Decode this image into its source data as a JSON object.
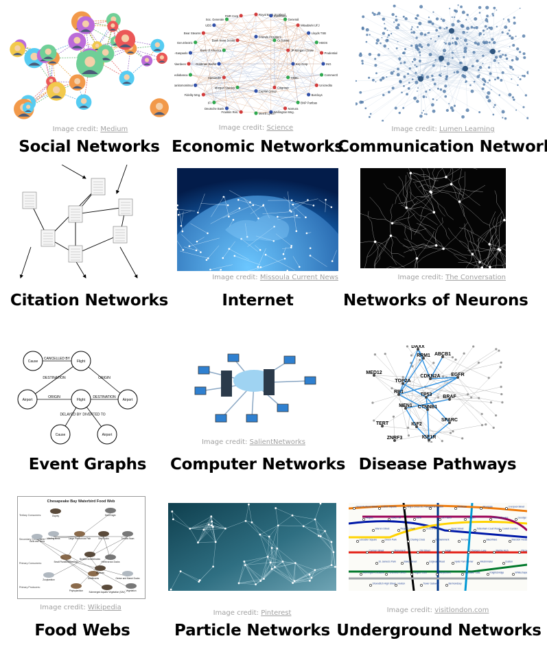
{
  "panels": [
    {
      "title": "Social Networks",
      "credit_prefix": "Image credit: ",
      "credit_link": "Medium"
    },
    {
      "title": "Economic Networks",
      "credit_prefix": "Image credit: ",
      "credit_link": "Science"
    },
    {
      "title": "Communication Networks",
      "credit_prefix": "Image credit: ",
      "credit_link": "Lumen Learning"
    },
    {
      "title": "Citation Networks"
    },
    {
      "title": "Internet",
      "credit_prefix": "Image credit: ",
      "credit_link": "Missoula Current News"
    },
    {
      "title": "Networks of Neurons",
      "credit_prefix": "Image credit: ",
      "credit_link": "The Conversation"
    },
    {
      "title": "Event Graphs"
    },
    {
      "title": "Computer Networks",
      "credit_prefix": "Image credit: ",
      "credit_link": "SalientNetworks"
    },
    {
      "title": "Disease Pathways"
    },
    {
      "title": "Food Webs",
      "credit_prefix": "Image credit: ",
      "credit_link": "Wikipedia"
    },
    {
      "title": "Particle Networks",
      "credit_prefix": "Image credit: ",
      "credit_link": "Pinterest"
    },
    {
      "title": "Underground Networks",
      "credit_prefix": "Image credit: ",
      "credit_link": "visitlondon.com"
    }
  ],
  "economic_labels": [
    "Royal Bank Scotland",
    "Sumitomo",
    "Generali",
    "Mitsubishi UFJ",
    "Lloyds TSB",
    "HBOS",
    "Prudential Fin.",
    "ING",
    "Commerzbank",
    "Unicredito",
    "Barclays",
    "BNP Paribas",
    "Nomura",
    "Wellington Mng.",
    "Merrill Lynch",
    "Franklin Res.",
    "Deutsche Bank",
    "IFI",
    "Fidelity Mng.",
    "Sanitomomitsui",
    "Mediobanca",
    "Aberdeen",
    "Intesa-Sanpaolo",
    "Gen.Electric",
    "Bear Stearns",
    "UBS",
    "Soc. Generale",
    "FMR Corp",
    "Friends Provident",
    "Cr.Suisse",
    "JP Morgan Chase",
    "Key Corp",
    "HSBC",
    "Citigroup",
    "Capital Group",
    "Morgan Stanley",
    "Santander",
    "Goldman Sachs",
    "Bank of America",
    "Bank Nova Scotia"
  ],
  "event_labels": {
    "cancelled_by": "CANCELLED BY",
    "destination": "DESTINATION",
    "origin": "ORIGIN",
    "delayed_by": "DELAYED BY",
    "diverted_to": "DIVERTED TO",
    "cause": "Cause",
    "flight": "Flight",
    "airport": "Airport"
  },
  "disease_labels": [
    "DAXX",
    "ABCB1",
    "RRM1",
    "MED12",
    "CDKN2A",
    "EGFR",
    "TOP2A",
    "RB1",
    "TP53",
    "BRAF",
    "MEN1",
    "CTNNB1",
    "SPARC",
    "TERT",
    "IGF2",
    "ZNRF3",
    "IGF1R"
  ],
  "food_web": {
    "title": "Chesapeake Bay Waterbird Food Web",
    "tiers": [
      "Tertiary Consumers:",
      "Secondary Consumers:",
      "Primary Consumers:",
      "Primary Producers:"
    ],
    "species": [
      "Osprey",
      "Bald Eagle",
      "Wading Birds",
      "Large Piscivorous Fish",
      "Sea Ducks",
      "Tundra Swan",
      "Gulls and Terns",
      "Small Planktivorous Fish",
      "Benthic Invertebrates",
      "Herbivorous Ducks",
      "Zooplankton",
      "Phytoplankton",
      "Submerged Aquatic Vegetation (SAV)",
      "Vegetation",
      "Geese and Marsh Ducks",
      "Detritivores",
      "Bivalves"
    ]
  },
  "underground": {
    "stations": [
      "Great Portland Street",
      "Euston Square",
      "King's Cross St. Pancras",
      "Farringdon",
      "Barbican",
      "Moorgate",
      "Liverpool Street",
      "Aldgate",
      "Tower Hill",
      "Bank",
      "St. Paul's",
      "Holborn",
      "Russell Square",
      "Goodge Street",
      "Warren Street",
      "Regent's Park",
      "Oxford Circus",
      "Bond Street",
      "Tottenham Court Road",
      "Covent Garden",
      "Leicester Square",
      "Green Park",
      "Charing Cross",
      "Embankment",
      "Temple",
      "Blackfriars",
      "Mansion House",
      "Cannon Street",
      "Monument",
      "Old Street",
      "Angel",
      "Chancery Lane",
      "Marble Arch",
      "Piccadilly Circus",
      "St. James's Park",
      "Baker Street",
      "Edgware Road",
      "Hyde Park Corner",
      "Westminster",
      "Euston",
      "Mornington Crescent",
      "Fenchurch Street",
      "Aldgate East",
      "Marylebone",
      "Lancaster Gate",
      "Knightsbridge",
      "Whitechapel",
      "Shoreditch High Street",
      "Hoxton",
      "Tower Gateway",
      "Bermondsey"
    ]
  }
}
